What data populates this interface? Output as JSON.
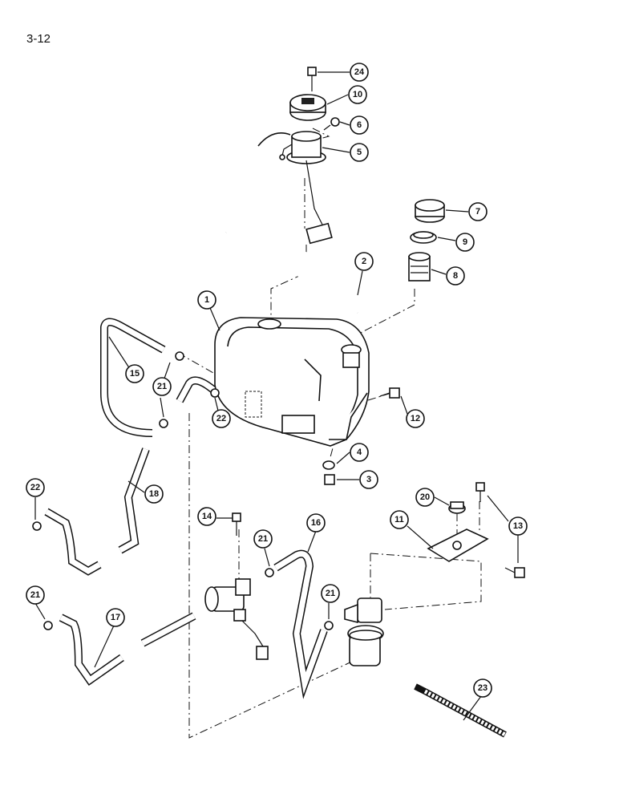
{
  "page_number": "3-12",
  "callouts": [
    {
      "id": "c24",
      "label": "24"
    },
    {
      "id": "c10",
      "label": "10"
    },
    {
      "id": "c6",
      "label": "6"
    },
    {
      "id": "c5",
      "label": "5"
    },
    {
      "id": "c7",
      "label": "7"
    },
    {
      "id": "c9",
      "label": "9"
    },
    {
      "id": "c8",
      "label": "8"
    },
    {
      "id": "c2",
      "label": "2"
    },
    {
      "id": "c1",
      "label": "1"
    },
    {
      "id": "c15",
      "label": "15"
    },
    {
      "id": "c21a",
      "label": "21"
    },
    {
      "id": "c22a",
      "label": "22"
    },
    {
      "id": "c12",
      "label": "12"
    },
    {
      "id": "c4",
      "label": "4"
    },
    {
      "id": "c3",
      "label": "3"
    },
    {
      "id": "c18",
      "label": "18"
    },
    {
      "id": "c22b",
      "label": "22"
    },
    {
      "id": "c20",
      "label": "20"
    },
    {
      "id": "c13",
      "label": "13"
    },
    {
      "id": "c11",
      "label": "11"
    },
    {
      "id": "c14",
      "label": "14"
    },
    {
      "id": "c21b",
      "label": "21"
    },
    {
      "id": "c16",
      "label": "16"
    },
    {
      "id": "c21c",
      "label": "21"
    },
    {
      "id": "c21d",
      "label": "21"
    },
    {
      "id": "c17",
      "label": "17"
    },
    {
      "id": "c23",
      "label": "23"
    }
  ]
}
